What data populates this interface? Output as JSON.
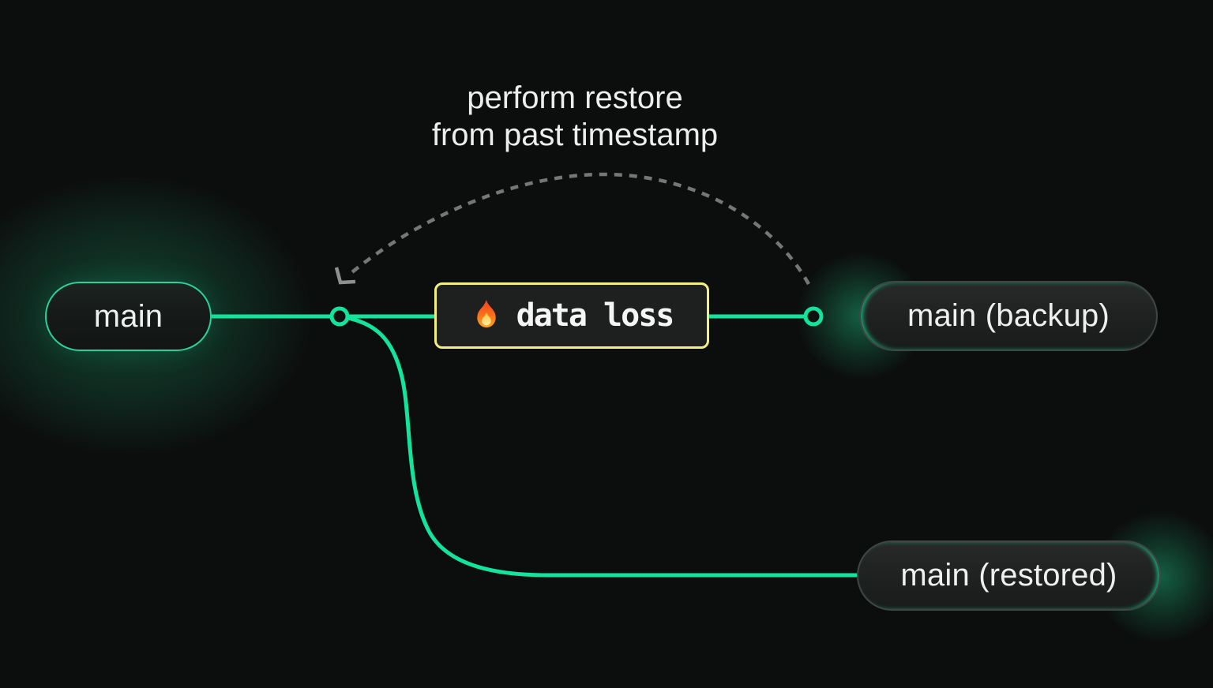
{
  "diagram": {
    "annotation": {
      "line1": "perform restore",
      "line2": "from past timestamp"
    },
    "branches": {
      "main": {
        "label": "main"
      },
      "backup": {
        "label": "main (backup)"
      },
      "restored": {
        "label": "main (restored)"
      }
    },
    "event": {
      "label": "data loss",
      "icon": "fire-icon"
    }
  },
  "colors": {
    "background": "#0c0e0d",
    "branch_green": "#12e49c",
    "event_border_yellow": "#f2ef7f",
    "dashed_arrow_gray": "#767676",
    "arrowhead_gray": "#8f8f8f",
    "node_fill": "#1d201f",
    "pill_border_gray": "#414644",
    "text_light": "#eef0ef"
  }
}
